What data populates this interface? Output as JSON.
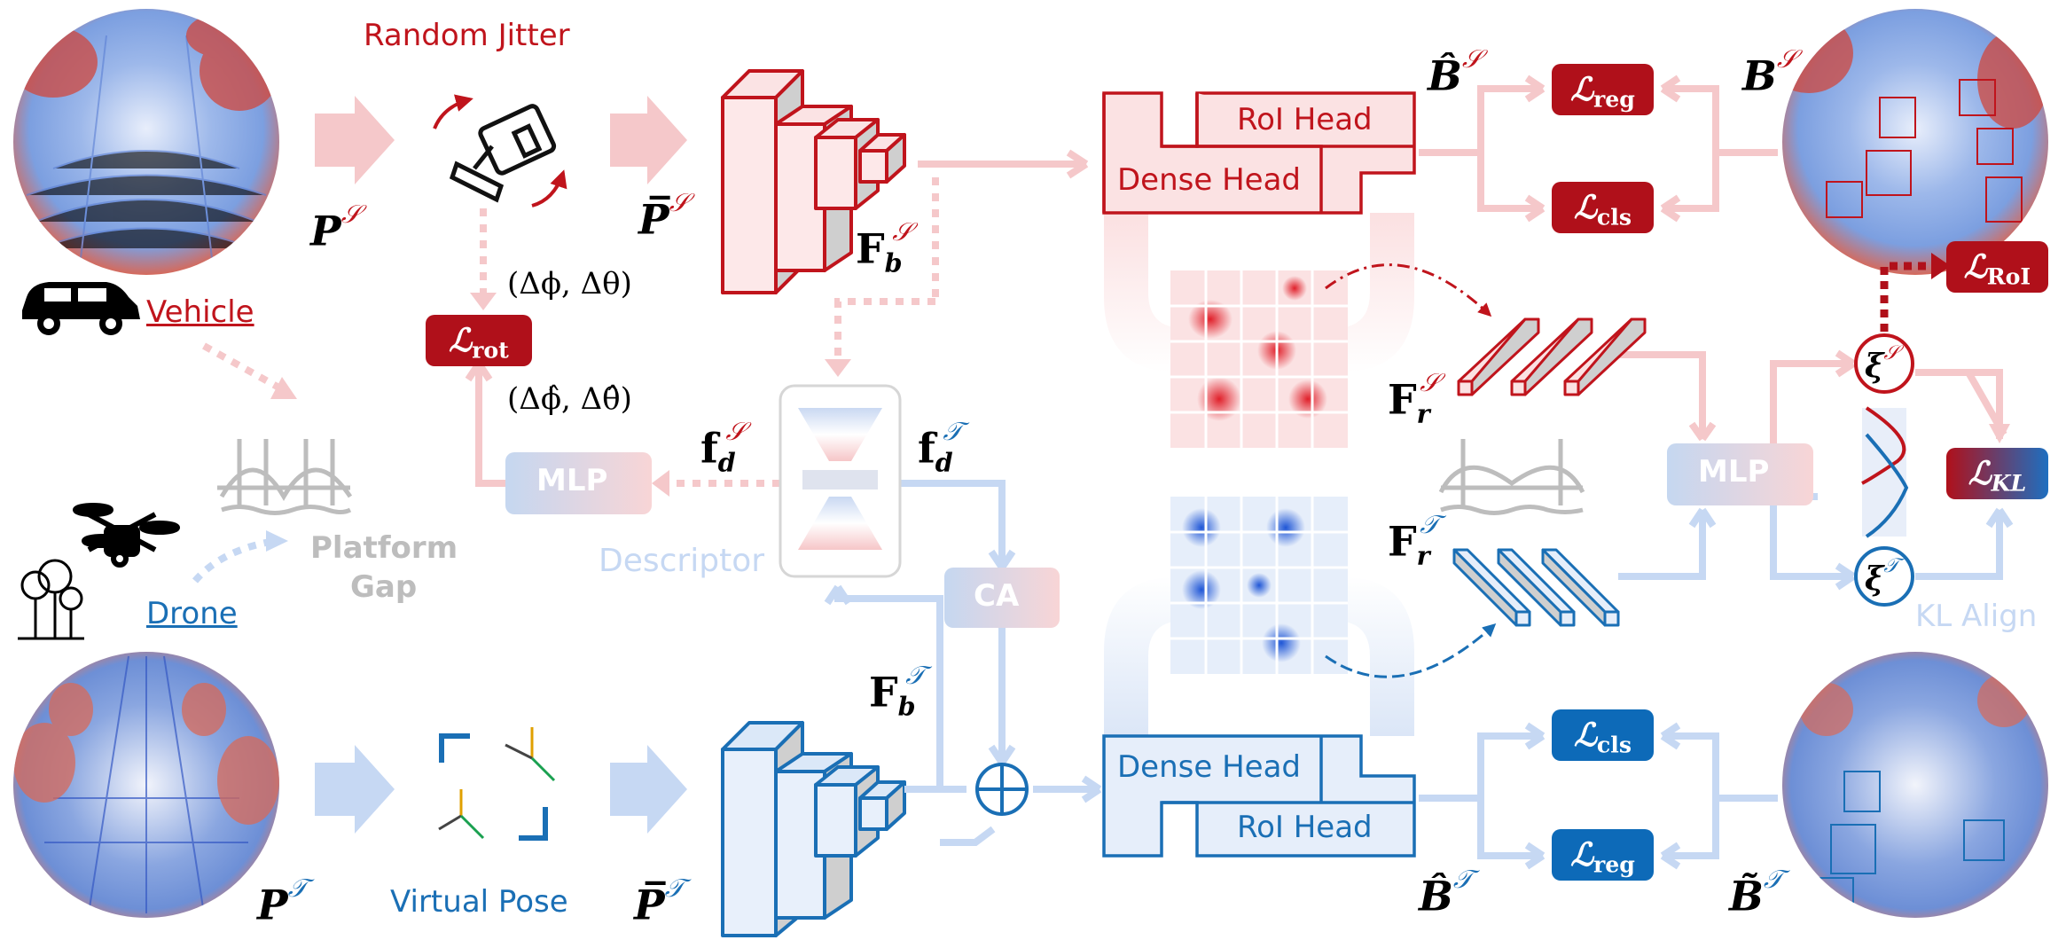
{
  "title": "",
  "colors": {
    "source_red": "#c0141c",
    "source_light": "#f7c9cb",
    "target_blue": "#1a6fb5",
    "target_light": "#c5d7f0",
    "gray": "#bdbdbd"
  },
  "labels": {
    "random_jitter": "Random Jitter",
    "vehicle": "Vehicle",
    "drone": "Drone",
    "platform_gap": [
      "Platform",
      "Gap"
    ],
    "descriptor": "Descriptor",
    "virtual_pose": "Virtual Pose",
    "kl_align": "KL Align",
    "mlp_left": "MLP",
    "mlp_right": "MLP",
    "ca": "CA",
    "roi_head_top": "RoI Head",
    "dense_head_top": "Dense Head",
    "dense_head_bottom": "Dense Head",
    "roi_head_bottom": "RoI Head",
    "delta_true": "(Δϕ, Δθ)",
    "delta_pred": "(Δϕ̂, Δθ̂)"
  },
  "symbols": {
    "p_s": "P",
    "p_s_sup": "𝒮",
    "p_bar_s": "P̅",
    "p_bar_s_sup": "𝒮",
    "p_t": "P",
    "p_t_sup": "𝒯",
    "p_bar_t": "P̅",
    "p_bar_t_sup": "𝒯",
    "fb_s": "F",
    "fb_s_sub": "b",
    "fb_s_sup": "𝒮",
    "fb_t": "F",
    "fb_t_sub": "b",
    "fb_t_sup": "𝒯",
    "fd_s": "f",
    "fd_s_sub": "d",
    "fd_s_sup": "𝒮",
    "fd_t": "f",
    "fd_t_sub": "d",
    "fd_t_sup": "𝒯",
    "fr_s": "F",
    "fr_s_sub": "r",
    "fr_s_sup": "𝒮",
    "fr_t": "F",
    "fr_t_sub": "r",
    "fr_t_sup": "𝒯",
    "bhat_s": "B̂",
    "bhat_s_sup": "𝒮",
    "bhat_t": "B̂",
    "bhat_t_sup": "𝒯",
    "b_s": "B",
    "b_s_sup": "𝒮",
    "btilde_t": "B̃",
    "btilde_t_sup": "𝒯",
    "xi_s": "ξ",
    "xi_s_sup": "𝒮",
    "xi_t": "ξ",
    "xi_t_sup": "𝒯"
  },
  "losses": {
    "reg_top": {
      "script": "ℒ",
      "sub": "reg"
    },
    "cls_top": {
      "script": "ℒ",
      "sub": "cls"
    },
    "roi": {
      "script": "ℒ",
      "sub": "RoI"
    },
    "kl": {
      "script": "ℒ",
      "sub": "KL"
    },
    "rot": {
      "script": "ℒ",
      "sub": "rot"
    },
    "cls_bottom": {
      "script": "ℒ",
      "sub": "cls"
    },
    "reg_bottom": {
      "script": "ℒ",
      "sub": "reg"
    }
  },
  "icons": [
    "car-icon",
    "drone-icon",
    "trees-icon",
    "bridge-icon",
    "lidar-sensor-icon",
    "axes-icon",
    "plus-circle-icon"
  ]
}
